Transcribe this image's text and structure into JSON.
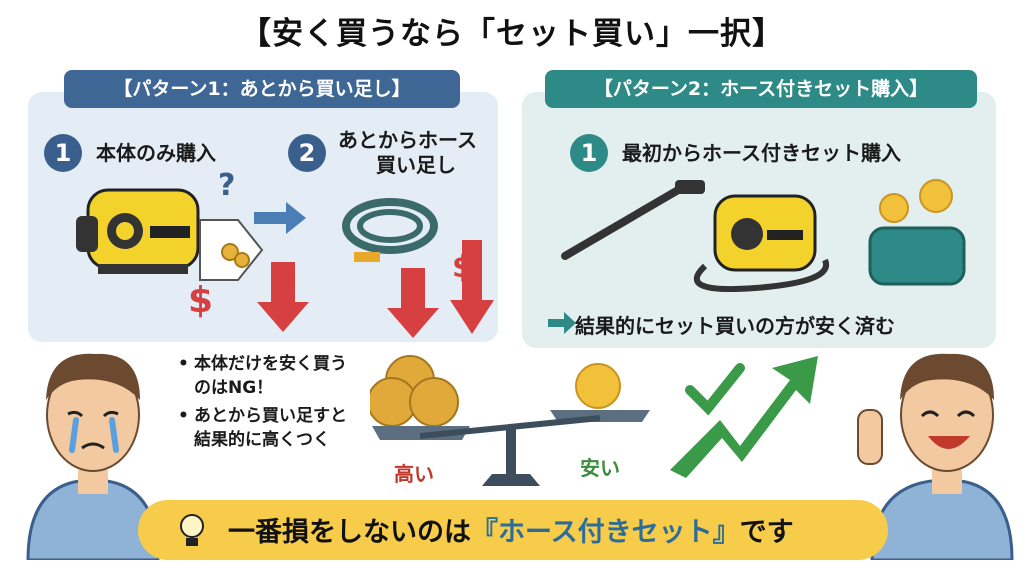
{
  "title": "【安く買うなら「セット買い」一択】",
  "pattern1": {
    "tag": "【パターン1：あとから買い足し】",
    "step1_num": "1",
    "step1_text": "本体のみ購入",
    "step2_num": "2",
    "step2_line1": "あとからホース",
    "step2_line2": "買い足し",
    "bullet1_line1": "本体だけを安く買う",
    "bullet1_line2": "のはNG！",
    "bullet2_line1": "あとから買い足すと",
    "bullet2_line2": "結果的に高くつく",
    "question_mark": "?",
    "dollar": "$"
  },
  "pattern2": {
    "tag": "【パターン2：ホース付きセット購入】",
    "step1_num": "1",
    "step1_text": "最初からホース付きセット購入",
    "result": "結果的にセット買いの方が安く済む"
  },
  "scale": {
    "high_label": "高い",
    "low_label": "安い"
  },
  "banner": {
    "prefix": "一番損をしないのは",
    "highlight": "『ホース付きセット』",
    "suffix": "です"
  },
  "colors": {
    "left_panel": "#e4ecf5",
    "right_panel": "#e2efee",
    "left_tag": "#3f6796",
    "right_tag": "#2e8a86",
    "banner": "#f7cc4a",
    "down_arrow": "#d64040",
    "up_arrow": "#3a9a48"
  }
}
